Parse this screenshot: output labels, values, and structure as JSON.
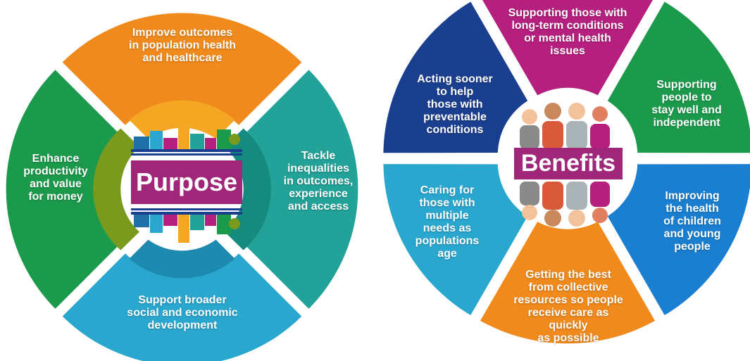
{
  "purpose": {
    "title": "Purpose",
    "segments": [
      {
        "text": "Improve outcomes\nin population health\nand healthcare",
        "color": "#f08a1c"
      },
      {
        "text": "Tackle\ninequalities\nin outcomes,\nexperience\nand access",
        "color": "#22a298"
      },
      {
        "text": "Support broader\nsocial and economic\ndevelopment",
        "color": "#2aa7cf"
      },
      {
        "text": "Enhance\nproductivity\nand value\nfor money",
        "color": "#1c9a4c"
      }
    ],
    "inner_ring_colors": [
      "#f5a623",
      "#178a80",
      "#1f8ab0",
      "#7a9a1e"
    ],
    "accent": "#a0267a"
  },
  "benefits": {
    "title": "Benefits",
    "segments": [
      {
        "text": "Supporting those with\nlong-term conditions\nor mental health\nissues",
        "color": "#b51f7e"
      },
      {
        "text": "Supporting\npeople to\nstay well and\nindependent",
        "color": "#1c9a4c"
      },
      {
        "text": "Improving\nthe health\nof children\nand young\npeople",
        "color": "#1a7fd0"
      },
      {
        "text": "Getting the best\nfrom collective\nresources so people\nreceive care as quickly\nas possible",
        "color": "#f08a1c"
      },
      {
        "text": "Caring for\nthose with\nmultiple\nneeds as\npopulations\nage",
        "color": "#2aa7cf"
      },
      {
        "text": "Acting sooner\nto help\nthose with\npreventable\nconditions",
        "color": "#1b3f8f"
      }
    ],
    "accent": "#a0267a"
  }
}
